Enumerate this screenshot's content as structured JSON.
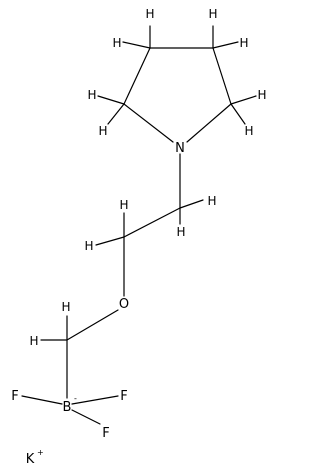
{
  "molecule": {
    "atoms": {
      "N": "N",
      "O": "O",
      "B": "B",
      "B_charge": "-",
      "F1": "F",
      "F2": "F",
      "F3": "F",
      "K": "K",
      "K_charge": "+"
    },
    "hydrogen_label": "H"
  }
}
